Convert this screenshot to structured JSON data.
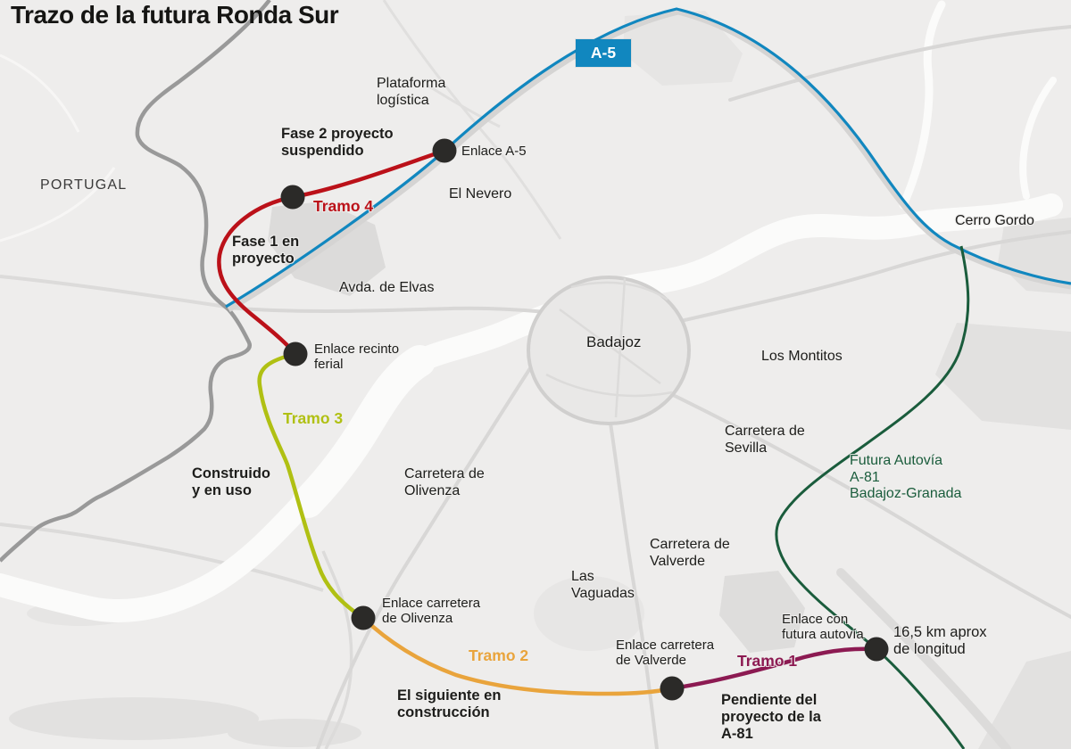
{
  "title": "Trazo de la futura Ronda Sur",
  "map_colors": {
    "background": "#eeedec",
    "border_line": "#999999",
    "node_dot": "#2b2a28",
    "a5_badge_bg": "#1187bf"
  },
  "highways": {
    "a5": {
      "badge": "A-5",
      "color": "#1187bf"
    },
    "a81": {
      "label": "Futura Autovía\nA-81\nBadajoz-Granada",
      "color": "#1a5c3c"
    }
  },
  "route": {
    "tramo1": {
      "label": "Tramo 1",
      "color": "#8c1a52",
      "status": "Pendiente del\nproyecto de la\nA-81"
    },
    "tramo2": {
      "label": "Tramo 2",
      "color": "#e9a43c",
      "status": "El siguiente en\nconstrucción"
    },
    "tramo3": {
      "label": "Tramo 3",
      "color": "#b0c013",
      "status": "Construido\ny en uso"
    },
    "tramo4": {
      "label": "Tramo 4",
      "color": "#bb1119",
      "status_phase1": "Fase 1 en\nproyecto",
      "status_phase2": "Fase 2 proyecto\nsuspendido"
    },
    "length_note": "16,5 km aprox\nde longitud"
  },
  "junctions": {
    "a5": "Enlace A-5",
    "recinto_ferial": "Enlace recinto\nferial",
    "olivenza": "Enlace carretera\nde Olivenza",
    "valverde": "Enlace carretera\nde Valverde",
    "futura_autovia": "Enlace con\nfutura autovía"
  },
  "places": {
    "portugal": "PORTUGAL",
    "plataforma_logistica": "Plataforma\nlogística",
    "el_nevero": "El Nevero",
    "cerro_gordo": "Cerro Gordo",
    "badajoz": "Badajoz",
    "los_montitos": "Los Montitos",
    "las_vaguadas": "Las\nVaguadas"
  },
  "roads": {
    "avda_elvas": "Avda. de Elvas",
    "ctra_olivenza": "Carretera de\nOlivenza",
    "ctra_sevilla": "Carretera de\nSevilla",
    "ctra_valverde": "Carretera de\nValverde"
  }
}
